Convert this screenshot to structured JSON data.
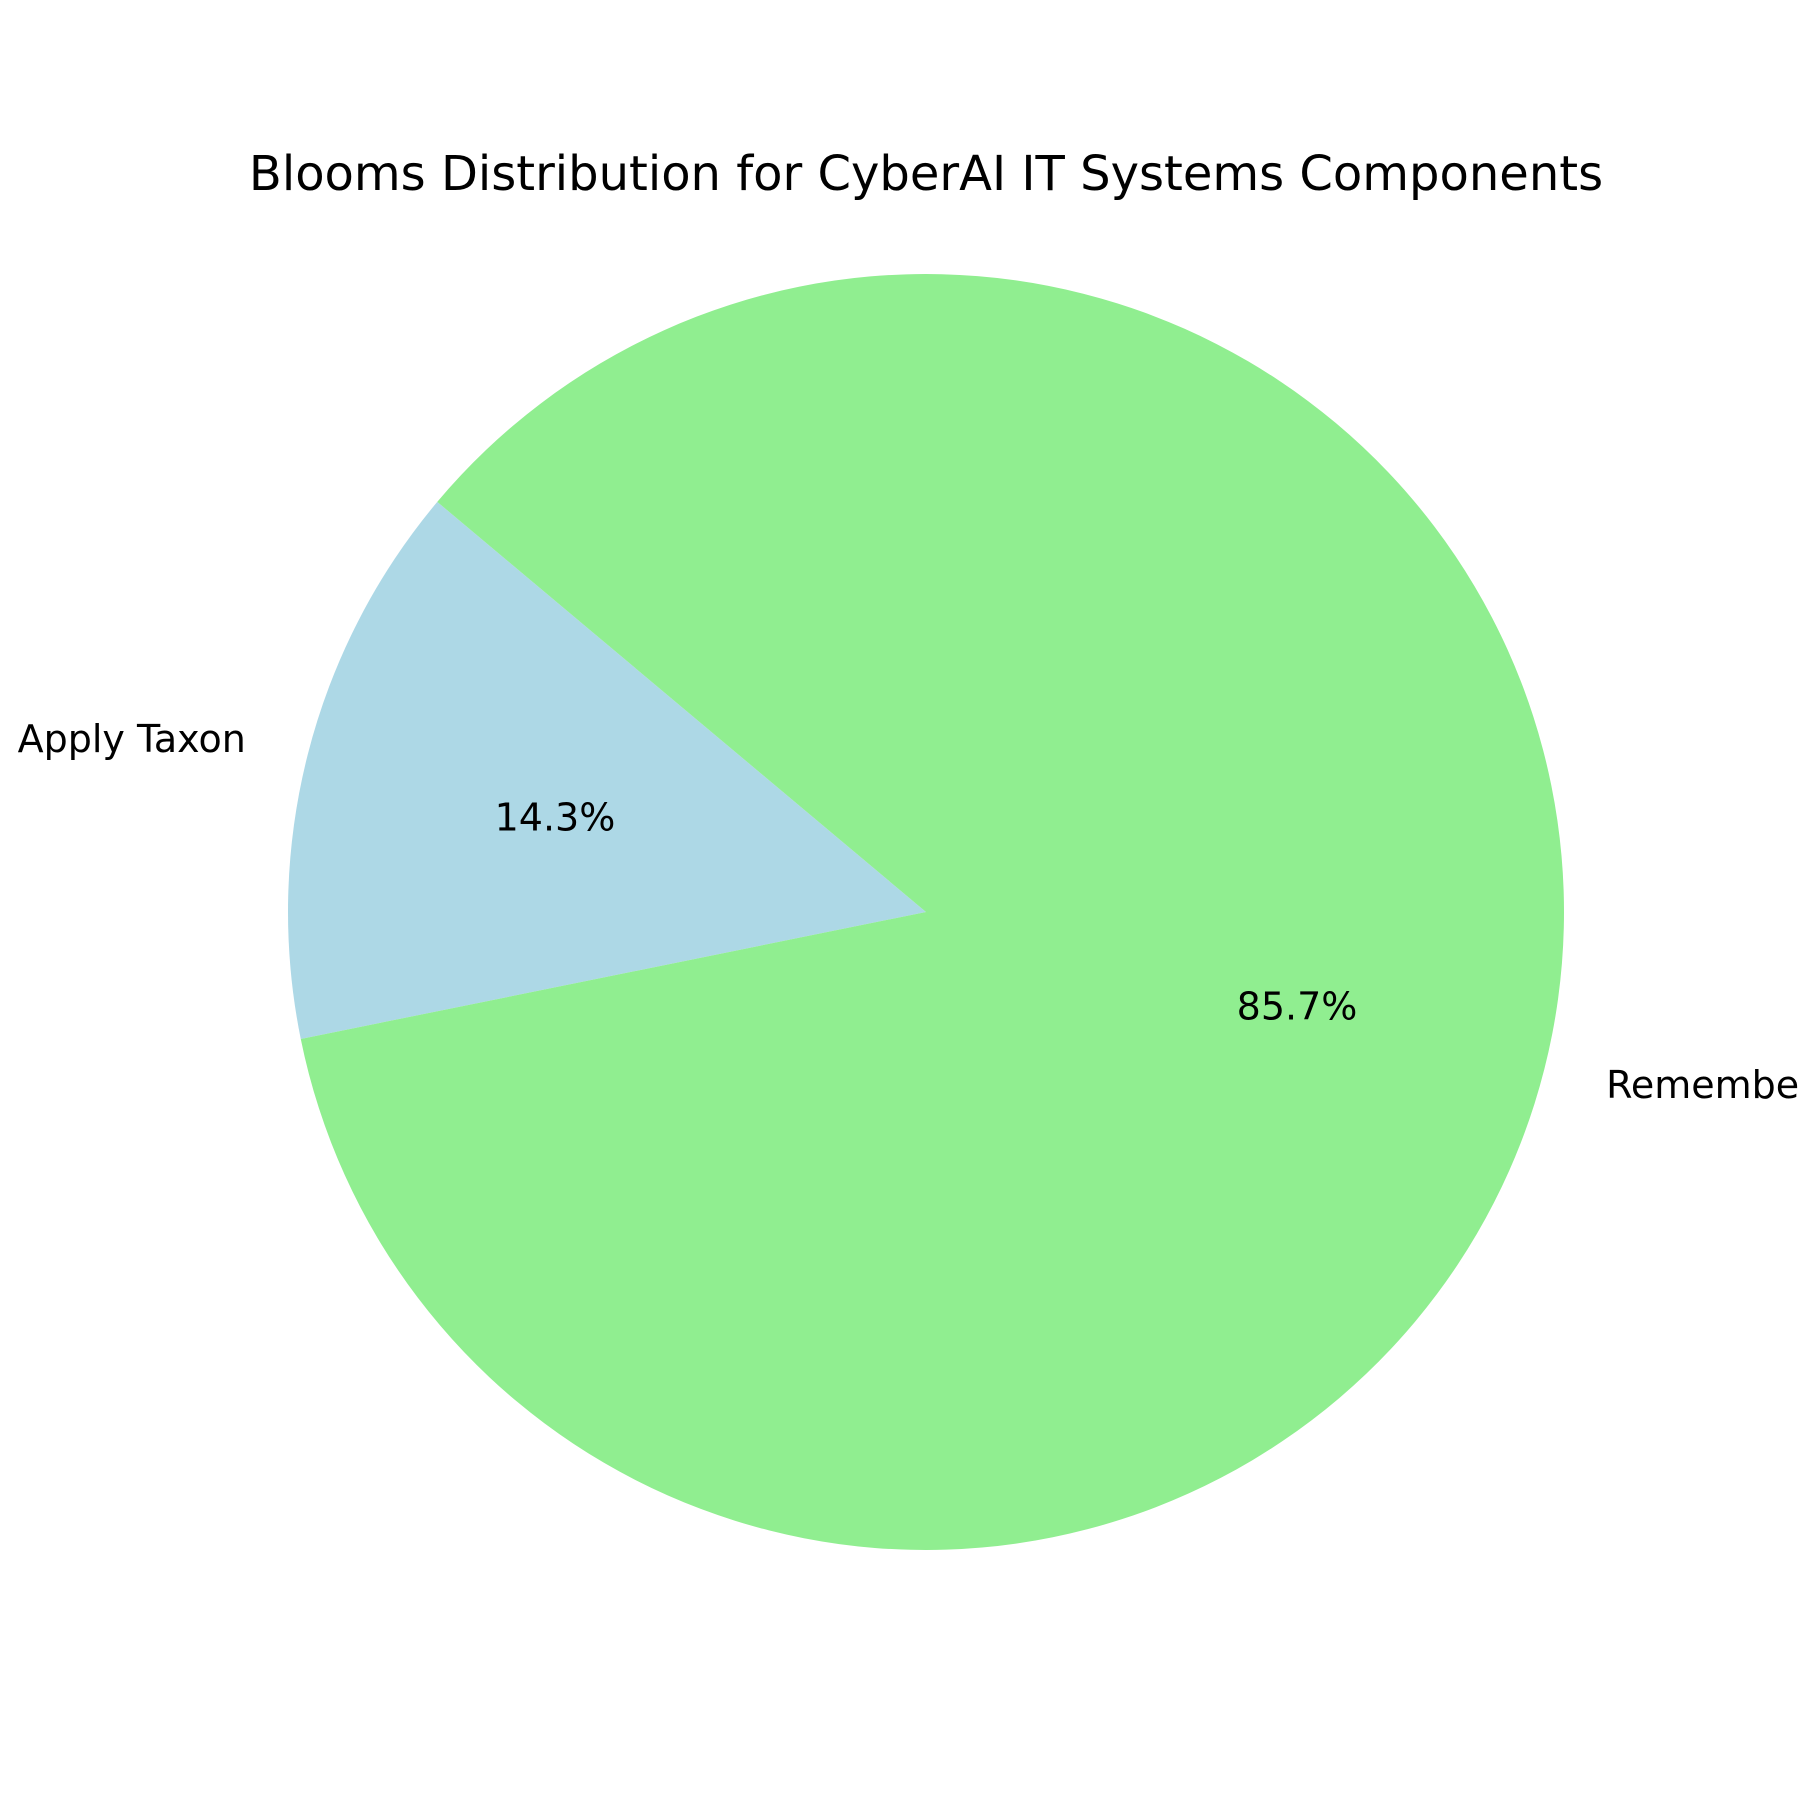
{
  "chart_data": {
    "type": "pie",
    "title": "Blooms Distribution for CyberAI IT Systems Components",
    "categories": [
      "Apply Taxon",
      "Remember Taxon"
    ],
    "values": [
      14.3,
      85.7
    ],
    "value_labels": [
      "14.3%",
      "85.7%"
    ],
    "colors": [
      "#add8e6",
      "#90ee90"
    ],
    "start_angle_deg": 140,
    "legend": "none"
  }
}
